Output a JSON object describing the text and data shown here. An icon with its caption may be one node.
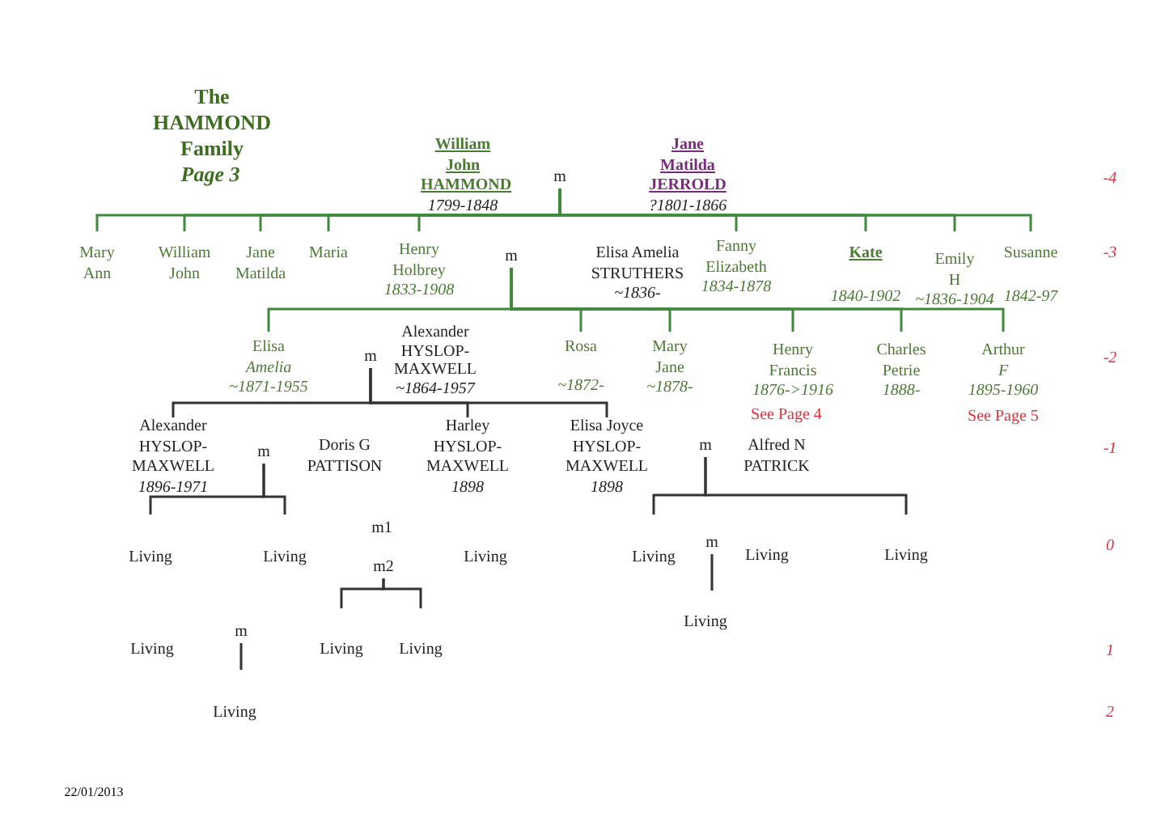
{
  "diagram": {
    "title": "The HAMMOND Family",
    "nodes": [
      {
        "text": [
          "William John HAMMOND",
          "1799-1848"
        ]
      },
      {
        "text": [
          "m"
        ]
      },
      {
        "text": [
          "Jane Matilda JERROLD",
          "?1801-1866"
        ]
      },
      {
        "text": [
          "Mary Ann"
        ]
      },
      {
        "text": [
          "William John"
        ]
      },
      {
        "text": [
          "Jane Matilda"
        ]
      },
      {
        "text": [
          "Maria"
        ]
      },
      {
        "text": [
          "Henry Holbrey",
          "1833-1908"
        ]
      },
      {
        "text": [
          "m"
        ]
      },
      {
        "text": [
          "Elisa Amelia STRUTHERS",
          "~1836-"
        ]
      },
      {
        "text": [
          "Fanny Elizabeth",
          "1834-1878"
        ]
      },
      {
        "text": [
          "Kate",
          "1840-1902"
        ]
      },
      {
        "text": [
          "Emily H",
          "~1836-1904"
        ]
      },
      {
        "text": [
          "Susanne",
          "1842-97"
        ]
      },
      {
        "text": [
          "Elisa *Amelia*",
          "~1871-1955"
        ]
      },
      {
        "text": [
          "m"
        ]
      },
      {
        "text": [
          "Alexander HYSLOP-MAXWELL",
          "~1864-1957"
        ]
      },
      {
        "text": [
          "Rosa",
          "~1872-"
        ]
      },
      {
        "text": [
          "Mary Jane",
          "~1878-"
        ]
      },
      {
        "text": [
          "Henry Francis",
          "1876->1916"
        ],
        "beside": [
          "See Page 4"
        ]
      },
      {
        "text": [
          "Charles Petrie",
          "1888-"
        ]
      },
      {
        "text": [
          "Arthur *F*",
          "1895-1960"
        ],
        "beside": [
          "See Page 5"
        ]
      },
      {
        "text": [
          "Alexander HYSLOP-MAXWELL",
          "1896-1971"
        ]
      },
      {
        "text": [
          "m"
        ]
      },
      {
        "text": [
          "Doris G PATTISON"
        ]
      },
      {
        "text": [
          "Harley HYSLOP-MAXWELL",
          "1898"
        ]
      },
      {
        "text": [
          "Elisa Joyce HYSLOP-MAXWELL",
          "1898"
        ]
      },
      {
        "text": [
          "m"
        ]
      },
      {
        "text": [
          "Alfred N PATRICK"
        ]
      },
      {
        "text": [
          "Living"
        ]
      },
      {
        "text": [
          "Living"
        ]
      },
      {
        "text": [
          "m1"
        ]
      },
      {
        "text": [
          "Living"
        ]
      },
      {
        "text": [
          "m2"
        ]
      },
      {
        "text": [
          "Living"
        ]
      },
      {
        "text": [
          "m"
        ]
      },
      {
        "text": [
          "Living"
        ]
      },
      {
        "text": [
          "Living"
        ]
      },
      {
        "text": [
          "Living"
        ]
      },
      {
        "text": [
          "m"
        ]
      },
      {
        "text": [
          "Living"
        ]
      },
      {
        "text": [
          "Living"
        ]
      },
      {
        "text": [
          "Living"
        ]
      },
      {
        "text": [
          "Living"
        ]
      }
    ],
    "edges": [
      {
        "from": 1,
        "to": 3,
        "arrow": "none"
      },
      {
        "from": 1,
        "to": 4,
        "arrow": "none"
      },
      {
        "from": 1,
        "to": 5,
        "arrow": "none"
      },
      {
        "from": 1,
        "to": 6,
        "arrow": "none"
      },
      {
        "from": 1,
        "to": 7,
        "arrow": "none"
      },
      {
        "from": 1,
        "to": 10,
        "arrow": "none"
      },
      {
        "from": 1,
        "to": 11,
        "arrow": "none"
      },
      {
        "from": 1,
        "to": 12,
        "arrow": "none"
      },
      {
        "from": 1,
        "to": 13,
        "arrow": "none"
      },
      {
        "from": 8,
        "to": 14,
        "arrow": "none"
      },
      {
        "from": 8,
        "to": 17,
        "arrow": "none"
      },
      {
        "from": 8,
        "to": 18,
        "arrow": "none"
      },
      {
        "from": 8,
        "to": 19,
        "arrow": "none"
      },
      {
        "from": 8,
        "to": 20,
        "arrow": "none"
      },
      {
        "from": 8,
        "to": 21,
        "arrow": "none"
      },
      {
        "from": 15,
        "to": 22,
        "arrow": "none",
        "color": "#333333"
      },
      {
        "from": 15,
        "to": 25,
        "arrow": "none",
        "color": "#333333"
      },
      {
        "from": 15,
        "to": 26,
        "arrow": "none",
        "color": "#333333"
      },
      {
        "from": 23,
        "to": 29,
        "arrow": "none",
        "color": "#333333"
      },
      {
        "from": 23,
        "to": 30,
        "arrow": "none",
        "color": "#333333"
      },
      {
        "from": 27,
        "to": 34,
        "arrow": "none",
        "color": "#333333"
      },
      {
        "from": 27,
        "to": 37,
        "arrow": "none",
        "color": "#333333"
      },
      {
        "from": 33,
        "to": 40,
        "arrow": "none",
        "color": "#333333"
      },
      {
        "from": 33,
        "to": 41,
        "arrow": "none",
        "color": "#333333"
      },
      {
        "from": 35,
        "to": 42,
        "arrow": "none",
        "color": "#333333"
      },
      {
        "from": 39,
        "to": 43,
        "arrow": "none",
        "color": "#333333"
      }
    ],
    "labels": [
      "Page 3",
      "-4",
      "-3",
      "-2",
      "-1",
      "0",
      "1",
      "2",
      "22/01/2013"
    ]
  }
}
